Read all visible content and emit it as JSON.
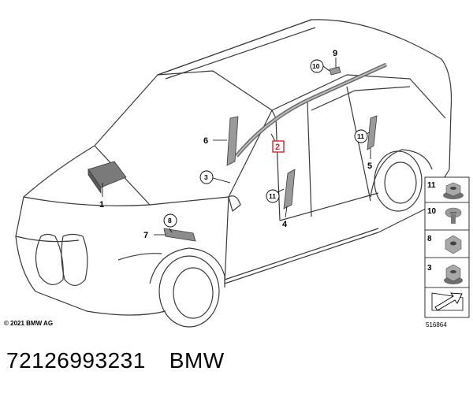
{
  "callouts": {
    "c1": "1",
    "c2": "2",
    "c3": "3",
    "c4": "4",
    "c5": "5",
    "c6": "6",
    "c7": "7",
    "c8": "8",
    "c9": "9",
    "c10": "10",
    "c11a": "11",
    "c11b": "11"
  },
  "legend": {
    "items": [
      {
        "number": "11",
        "icon": "flange-nut-icon"
      },
      {
        "number": "10",
        "icon": "screw-icon"
      },
      {
        "number": "8",
        "icon": "hex-nut-icon"
      },
      {
        "number": "3",
        "icon": "collar-nut-icon"
      }
    ],
    "arrow_icon": "reference-arrow-icon"
  },
  "copyright": "© 2021 BMW AG",
  "diagram_number": "516864",
  "footer": {
    "part_number": "72126993231",
    "brand": "BMW"
  },
  "colors": {
    "line": "#3a3a3a",
    "part_fill": "#8c8c8c",
    "highlight": "#d9252a"
  }
}
